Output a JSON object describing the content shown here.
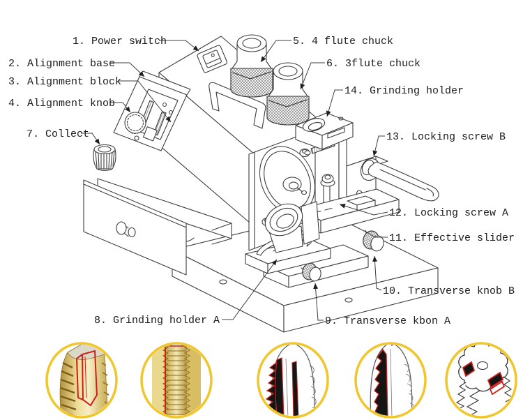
{
  "diagram": {
    "subject": "drill-and-tap grinder machine labeled parts diagram",
    "line_color": "#3c3c3c",
    "background": "#ffffff"
  },
  "labels": [
    {
      "num": "1",
      "part": "power-switch",
      "text": "1. Power switch"
    },
    {
      "num": "2",
      "part": "alignment-base",
      "text": "2. Alignment base"
    },
    {
      "num": "3",
      "part": "alignment-block",
      "text": "3. Alignment block"
    },
    {
      "num": "4",
      "part": "alignment-knob",
      "text": "4. Alignment knob"
    },
    {
      "num": "5",
      "part": "four-flute-chuck",
      "text": "5. 4 flute chuck"
    },
    {
      "num": "6",
      "part": "three-flute-chuck",
      "text": "6. 3flute chuck"
    },
    {
      "num": "7",
      "part": "collect",
      "text": "7. Collect"
    },
    {
      "num": "8",
      "part": "grinding-holder-a",
      "text": "8. Grinding holder A"
    },
    {
      "num": "9",
      "part": "transverse-knob-a",
      "text": "9. Transverse kbon A"
    },
    {
      "num": "10",
      "part": "transverse-knob-b",
      "text": "10. Transverse knob B"
    },
    {
      "num": "11",
      "part": "effective-slider",
      "text": "11. Effective slider"
    },
    {
      "num": "12",
      "part": "locking-screw-a",
      "text": "12. Locking screw A"
    },
    {
      "num": "13",
      "part": "locking-screw-b",
      "text": "13. Locking screw B"
    },
    {
      "num": "14",
      "part": "grinding-holder",
      "text": "14. Grinding holder"
    }
  ],
  "gallery": {
    "ring_color": "#f0c62c",
    "highlight_color": "#cc1f1a",
    "items": [
      {
        "name": "tap-cutting-face-red-outline",
        "style": "photo-gold"
      },
      {
        "name": "tap-thread-edge-red-line",
        "style": "photo-gold"
      },
      {
        "name": "tap-flute-grind-area",
        "style": "line-art-black-red"
      },
      {
        "name": "tap-relief-grind-area",
        "style": "line-art-black-red"
      },
      {
        "name": "tap-end-chamfer-grind-area",
        "style": "line-art-black-red"
      }
    ]
  }
}
